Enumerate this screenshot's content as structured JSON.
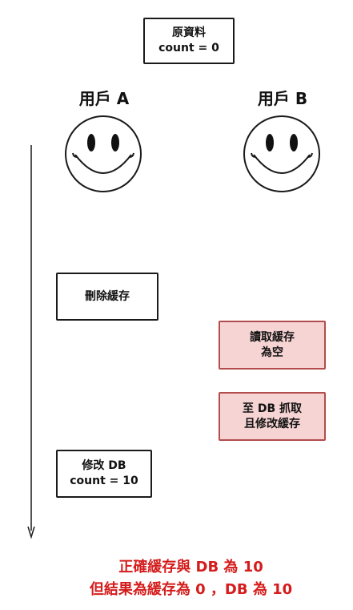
{
  "source_box": {
    "line1": "原資料",
    "line2": "count = 0"
  },
  "users": [
    {
      "label": "用戶 A"
    },
    {
      "label": "用戶 B"
    }
  ],
  "steps": {
    "delete_cache": {
      "line1": "刪除緩存"
    },
    "read_cache_empty": {
      "line1": "讀取緩存",
      "line2": "為空"
    },
    "fetch_db": {
      "line1": "至 DB 抓取",
      "line2": "且修改緩存"
    },
    "modify_db": {
      "line1": "修改 DB",
      "line2": "count = 10"
    }
  },
  "result": {
    "line1": "正確緩存與 DB  為 10",
    "line2": "但結果為緩存為 0 ，DB 為 10"
  },
  "colors": {
    "result_text": "#d41c1c",
    "pink_fill": "#f7d4d4",
    "pink_border": "#b34d4d"
  }
}
